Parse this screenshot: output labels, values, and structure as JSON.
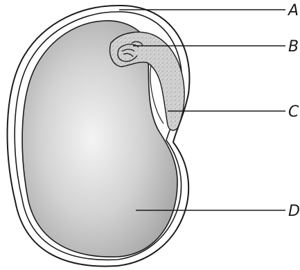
{
  "labels": {
    "a": "A",
    "b": "B",
    "c": "C",
    "d": "D"
  },
  "colors": {
    "outline": "#1a1a1a",
    "seed_coat": "#ffffff",
    "endosperm_light": "#f4f4f4",
    "endosperm_dark": "#a8a8a8",
    "embryo_fill": "#cfcfcf"
  }
}
